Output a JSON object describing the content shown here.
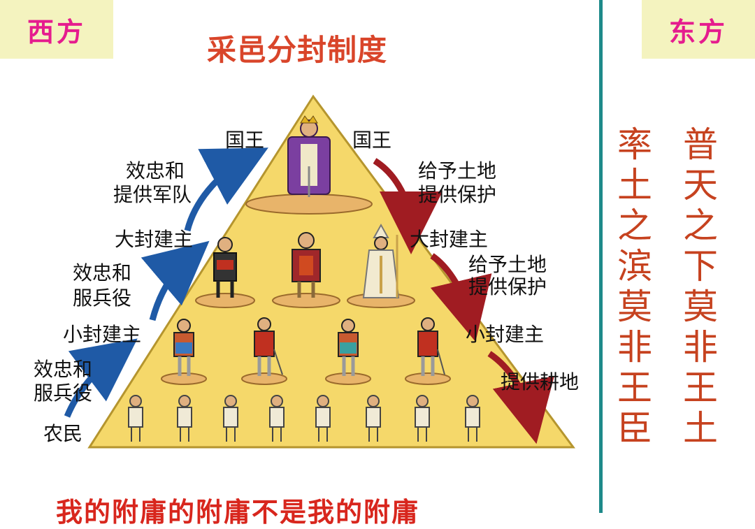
{
  "tags": {
    "west": "西方",
    "east": "东方"
  },
  "title": "采邑分封制度",
  "left_labels": {
    "king": "国王",
    "loyalty_army_1": "效忠和",
    "loyalty_army_2": "提供军队",
    "great_lord": "大封建主",
    "loyalty_service_a1": "效忠和",
    "loyalty_service_a2": "服兵役",
    "small_lord": "小封建主",
    "loyalty_service_b1": "效忠和",
    "loyalty_service_b2": "服兵役",
    "peasant": "农民"
  },
  "right_labels": {
    "king": "国王",
    "grant_protect_a1": "给予土地",
    "grant_protect_a2": "提供保护",
    "great_lord": "大封建主",
    "grant_protect_b1": "给予土地",
    "grant_protect_b2": "提供保护",
    "small_lord": "小封建主",
    "farmland": "提供耕地"
  },
  "east_text": {
    "col1": "率土之滨莫非王臣",
    "col2": "普天之下莫非王土"
  },
  "bottom_text": "我的附庸的附庸不是我的附庸",
  "colors": {
    "tag_bg": "#f4f3bf",
    "tag_text": "#e51c8e",
    "title": "#d9452a",
    "divider": "#1e8a8a",
    "up_arrow": "#1f5aa6",
    "down_arrow": "#a01c22",
    "pyramid": "#f5d86a",
    "east_text": "#c6421f",
    "bottom_text": "#d8261d"
  }
}
